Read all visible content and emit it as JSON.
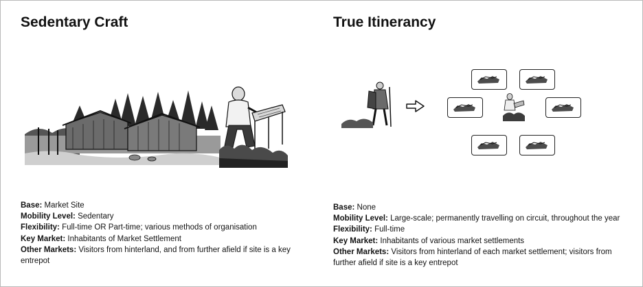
{
  "sedentary": {
    "title": "Sedentary Craft",
    "rows": [
      {
        "label": "Base:",
        "value": " Market Site"
      },
      {
        "label": "Mobility Level:",
        "value": " Sedentary"
      },
      {
        "label": "Flexibility:",
        "value": " Full-time OR Part-time; various methods of organisation"
      },
      {
        "label": "Key Market:",
        "value": " Inhabitants of Market Settlement"
      },
      {
        "label": "Other Markets:",
        "value": " Visitors from hinterland, and from further afield if site is a key entrepot"
      }
    ]
  },
  "itinerancy": {
    "title": "True Itinerancy",
    "rows": [
      {
        "label": "Base:",
        "value": " None"
      },
      {
        "label": "Mobility Level:",
        "value": " Large-scale; permanently travelling on circuit, throughout the year"
      },
      {
        "label": "Flexibility:",
        "value": " Full-time"
      },
      {
        "label": "Key Market:",
        "value": " Inhabitants of various market settlements"
      },
      {
        "label": "Other Markets:",
        "value": " Visitors from hinterland of each market settlement; visitors from further afield if site is a key entrepot"
      }
    ]
  },
  "icons": [
    "farmstead-illustration",
    "seated-craftsman-illustration",
    "traveller-illustration",
    "right-arrow-icon",
    "settlement-icon"
  ]
}
